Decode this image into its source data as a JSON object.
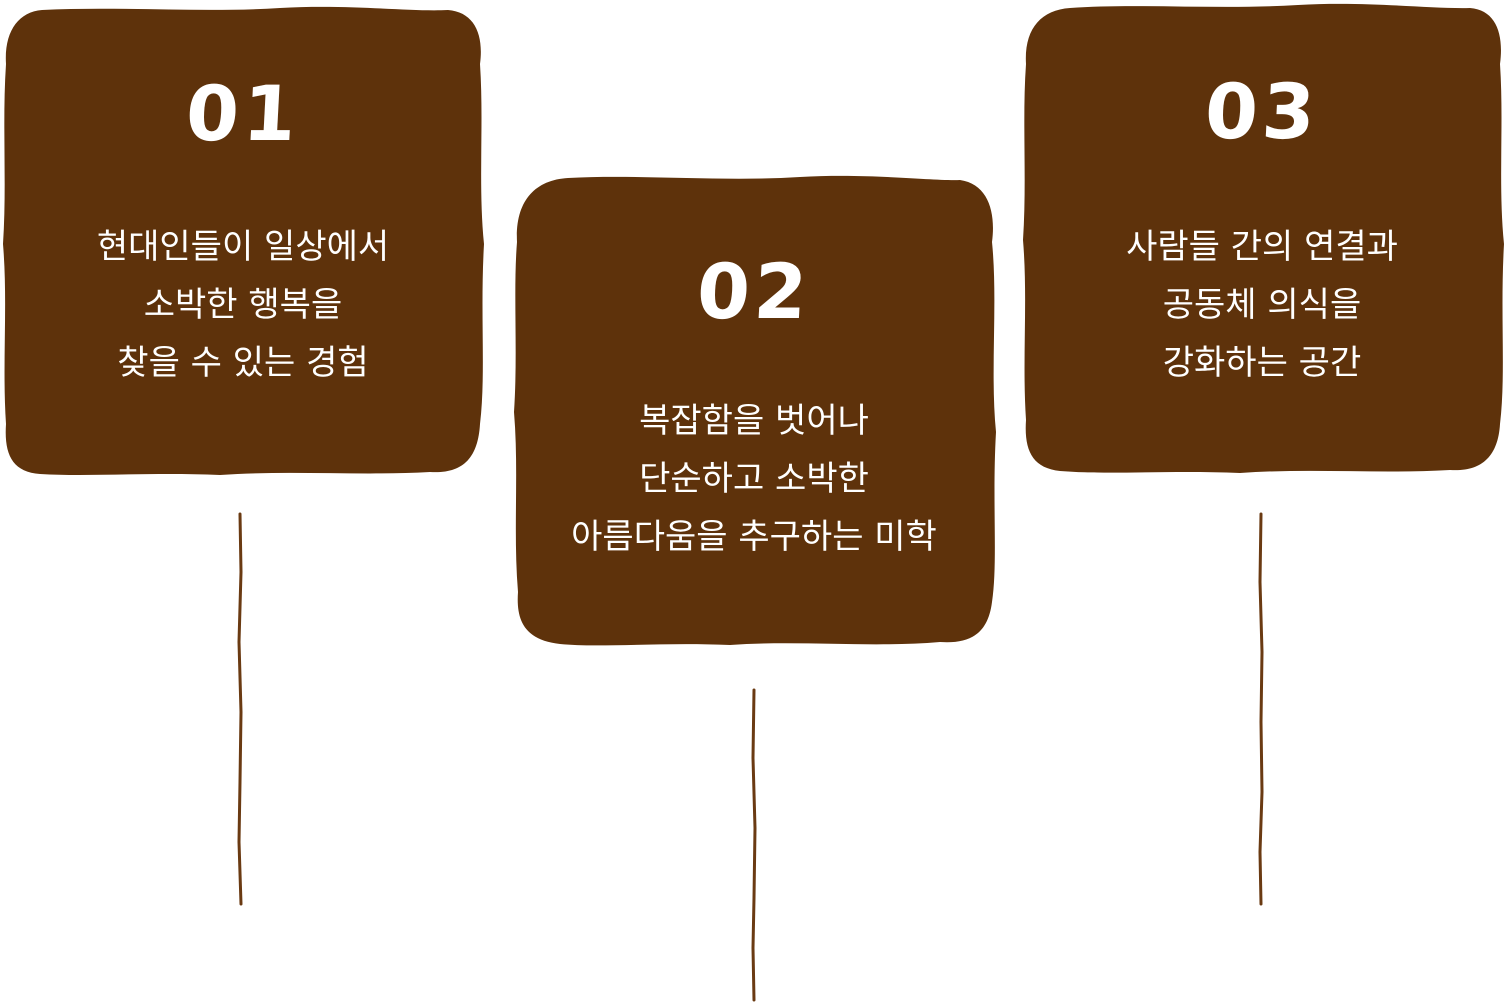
{
  "colors": {
    "board": "#5e320b",
    "stick": "#6a3a12",
    "text": "#ffffff",
    "background": "#ffffff"
  },
  "signs": [
    {
      "number": "01",
      "lines": [
        "현대인들이 일상에서",
        "소박한 행복을",
        "찾을 수 있는 경험"
      ]
    },
    {
      "number": "02",
      "lines": [
        "복잡함을 벗어나",
        "단순하고 소박한",
        "아름다움을 추구하는 미학"
      ]
    },
    {
      "number": "03",
      "lines": [
        "사람들 간의 연결과",
        "공동체 의식을",
        "강화하는 공간"
      ]
    }
  ]
}
